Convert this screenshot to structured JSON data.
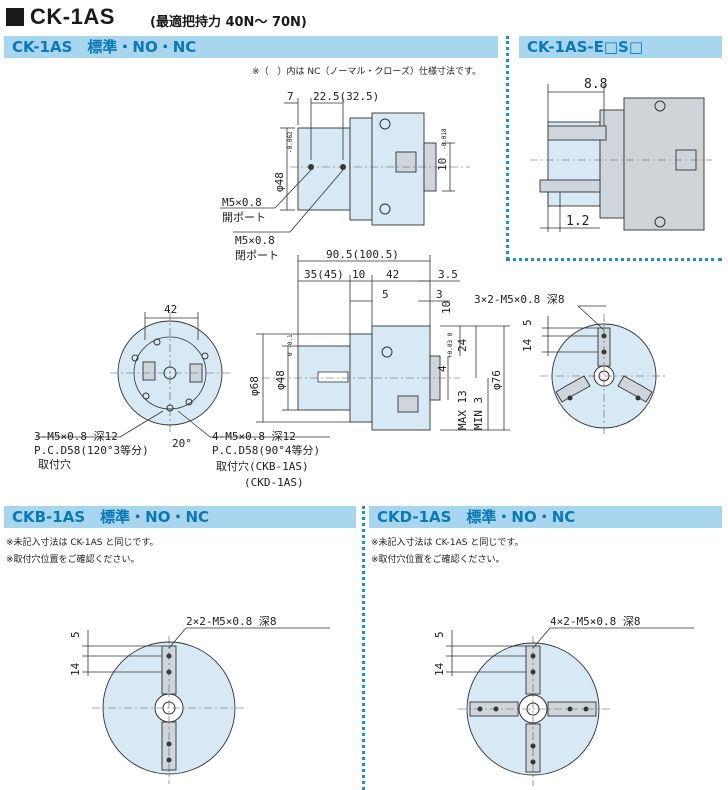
{
  "header": {
    "title": "CK-1AS",
    "subtitle": "(最適把持力 40N～ 70N)"
  },
  "sections": {
    "main": {
      "label": "CK-1AS　標準・NO・NC",
      "note": "※（　）内は NC（ノーマル・クローズ）仕様寸法です。"
    },
    "variant_e": {
      "label": "CK-1AS-E□S□"
    },
    "ckb": {
      "label": "CKB-1AS　標準・NO・NC",
      "note1": "※未記入寸法は CK-1AS と同じです。",
      "note2": "※取付穴位置をご確認ください。"
    },
    "ckd": {
      "label": "CKD-1AS　標準・NO・NC",
      "note1": "※未記入寸法は CK-1AS と同じです。",
      "note2": "※取付穴位置をご確認ください。"
    }
  },
  "dims": {
    "d7": "7",
    "d22_5": "22.5(32.5)",
    "d48": "φ48",
    "d48_tol": "-0.062",
    "d10": "10",
    "d10_tol": "-0.018",
    "port_open_size": "M5×0.8",
    "port_open_label": "開ポート",
    "port_close_size": "M5×0.8",
    "port_close_label": "閉ポート",
    "d90_5": "90.5(100.5)",
    "d35": "35(45)",
    "d10b": "10",
    "d42": "42",
    "d3_5": "3.5",
    "d5": "5",
    "d3": "3",
    "d10c": "10",
    "d24": "24",
    "d4": "4",
    "d4_tol": "+0.03 0",
    "d68": "φ68",
    "d48b": "φ48",
    "d48b_tol": "0 -0.1",
    "d76": "φ76",
    "max": "MAX 13",
    "min": "MIN 3",
    "front_42": "42",
    "front_20": "20°",
    "mount1_a": "3-M5×0.8 深12",
    "mount1_b": "P.C.D58(120°3等分)",
    "mount1_c": "取付穴",
    "mount2_a": "4-M5×0.8 深12",
    "mount2_b": "P.C.D58(90°4等分)",
    "mount2_c": "取付穴(CKB-1AS)",
    "mount2_d": "(CKD-1AS)",
    "jaw_tap": "3×2-M5×0.8 深8",
    "jaw_5": "5",
    "jaw_14": "14",
    "e_8_8": "8.8",
    "e_1_2": "1.2",
    "ckb_tap": "2×2-M5×0.8 深8",
    "ckb_5": "5",
    "ckb_14": "14",
    "ckd_tap": "4×2-M5×0.8 深8",
    "ckd_5": "5",
    "ckd_14": "14"
  },
  "colors": {
    "band": "#a9d6ef",
    "band_text": "#0a79b6",
    "body": "#d7e9f5",
    "divider": "#1a8fd4"
  }
}
